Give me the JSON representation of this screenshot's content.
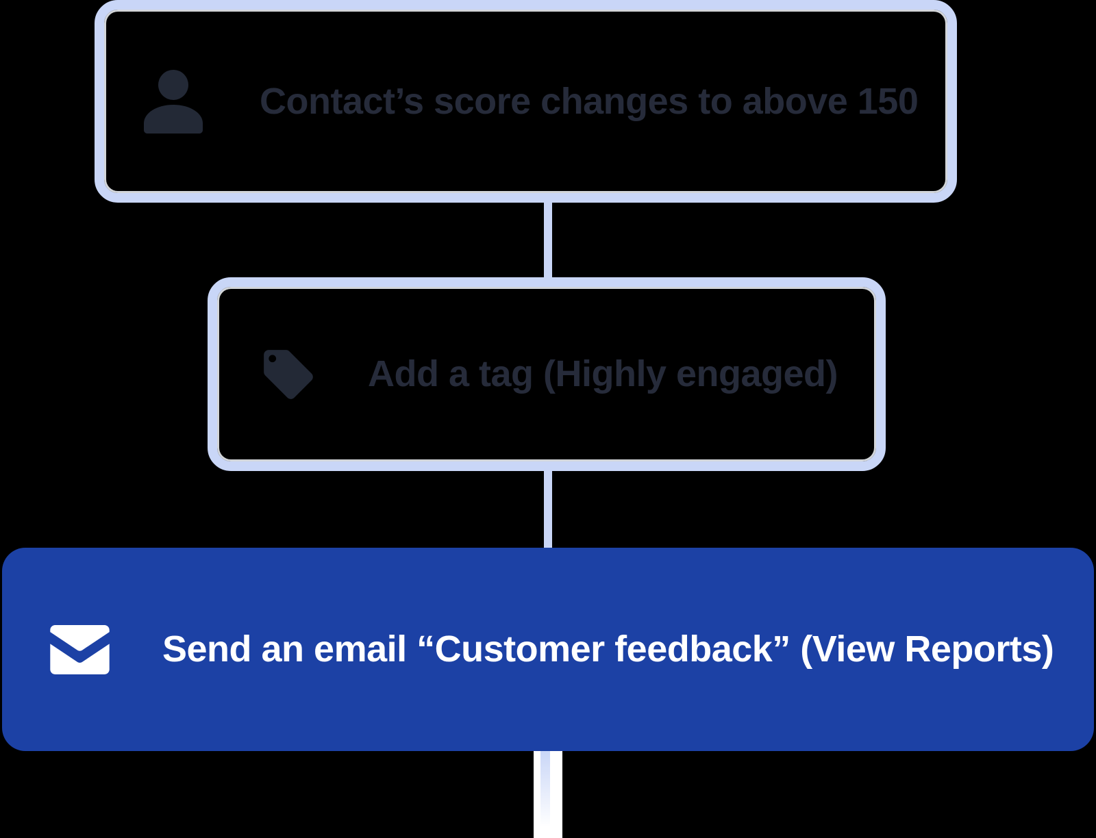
{
  "page": {
    "background": "#000000"
  },
  "workflow": {
    "nodes": [
      {
        "id": "trigger-score-change",
        "kind": "trigger",
        "icon": "person-icon",
        "text": "Contact’s score changes to above 150"
      },
      {
        "id": "action-add-tag",
        "kind": "action",
        "icon": "tag-icon",
        "text": "Add a tag (Highly engaged)"
      },
      {
        "id": "action-send-email",
        "kind": "action",
        "icon": "email-icon",
        "text": "Send an email “Customer feedback” (View Reports)"
      }
    ],
    "colors": {
      "node_border": "#C9D6F7",
      "node_text": "#262B3A",
      "icon_dark": "#232936",
      "email_node_bg": "#1C41A5",
      "email_node_text": "#FFFFFF",
      "connector": "#C9D6F7",
      "tail_track": "#FFFFFF"
    }
  }
}
